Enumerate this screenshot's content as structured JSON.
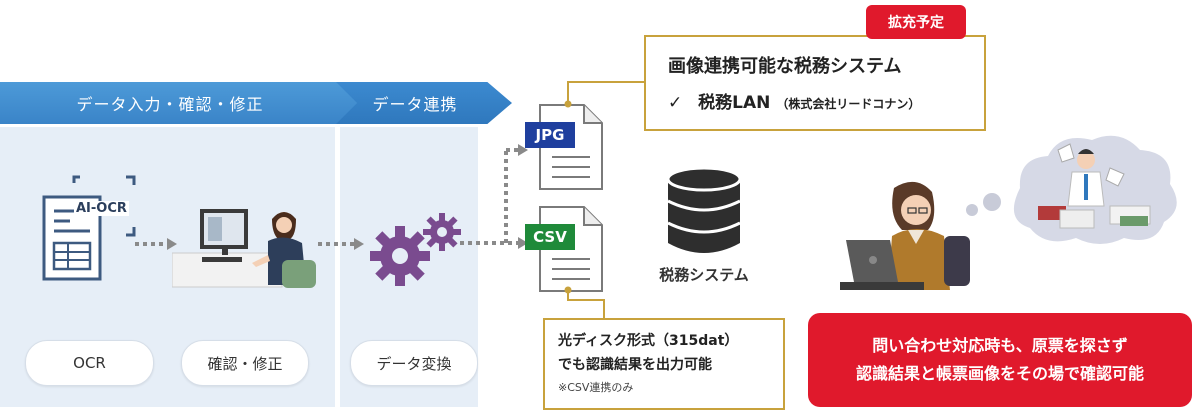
{
  "banner": {
    "stage1": "データ入力・確認・修正",
    "stage2": "データ連携"
  },
  "steps": {
    "ocr_icon_text": "AI-OCR",
    "pill_ocr": "OCR",
    "pill_check": "確認・修正",
    "pill_convert": "データ変換"
  },
  "files": {
    "jpg": "JPG",
    "csv": "CSV"
  },
  "database_label": "税務システム",
  "top_box": {
    "tag": "拡充予定",
    "title": "画像連携可能な税務システム",
    "check": "✓",
    "item_main": "税務LAN",
    "item_sub": "（株式会社リードコナン）"
  },
  "bottom_box": {
    "line1": "光ディスク形式（315dat）",
    "line2": "でも認識結果を出力可能",
    "note": "※CSV連携のみ"
  },
  "red_box": {
    "line1": "問い合わせ対応時も、原票を探さず",
    "line2": "認識結果と帳票画像をその場で確認可能"
  },
  "colors": {
    "banner_blue": "#3a84c8",
    "jpg_blue": "#1f3f9e",
    "csv_green": "#1f8a3a",
    "accent_red": "#e0192c",
    "gold": "#c8a23c",
    "gear_purple": "#7a4b8f"
  }
}
